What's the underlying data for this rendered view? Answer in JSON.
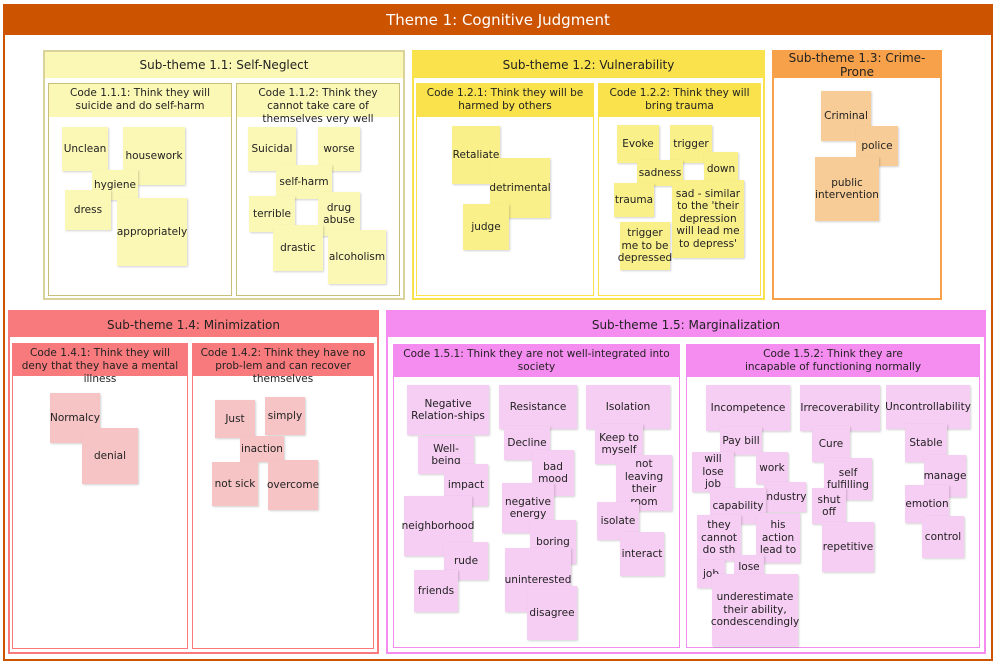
{
  "title": "Theme 1: Cognitive Judgment",
  "colors": {
    "theme_bar": "#cc5300",
    "yellow_light": "#fbf8b6",
    "yellow_accent": "#f9e24b",
    "orange": "#f7a14a",
    "red": "#f97a7c",
    "pink": "#f58cf0"
  },
  "subthemes": {
    "s11": {
      "label": "Sub-theme 1.1: Self-Neglect",
      "codes": {
        "c111": {
          "label": "Code 1.1.1: Think they will suicide and do self-harm",
          "notes": [
            "Unclean",
            "housework",
            "hygiene",
            "dress",
            "appropriately"
          ]
        },
        "c112": {
          "label": "Code 1.1.2: Think they cannot take care of themselves very well",
          "notes": [
            "Suicidal",
            "worse",
            "self-harm",
            "terrible",
            "drug abuse",
            "drastic",
            "alcoholism"
          ]
        }
      }
    },
    "s12": {
      "label": "Sub-theme 1.2: Vulnerability",
      "codes": {
        "c121": {
          "label": "Code 1.2.1: Think they will be harmed by others",
          "notes": [
            "Retaliate",
            "detrimental",
            "judge"
          ]
        },
        "c122": {
          "label": "Code 1.2.2: Think they will bring trauma",
          "notes": [
            "Evoke",
            "trigger",
            "sadness",
            "down",
            "trauma",
            "sad - similar to the 'their depression will lead me to depress'",
            "trigger me to be depressed"
          ]
        }
      }
    },
    "s13": {
      "label": "Sub-theme 1.3: Crime-Prone",
      "notes": [
        "Criminal",
        "police",
        "public intervention"
      ]
    },
    "s14": {
      "label": "Sub-theme 1.4: Minimization",
      "codes": {
        "c141": {
          "label": "Code 1.4.1: Think they will deny that they have a mental illness",
          "notes": [
            "Normalcy",
            "denial"
          ]
        },
        "c142": {
          "label": "Code 1.4.2: Think they have no prob-lem and can recover themselves",
          "notes": [
            "Just",
            "simply",
            "inaction",
            "not sick",
            "overcome"
          ]
        }
      }
    },
    "s15": {
      "label": "Sub-theme 1.5: Marginalization",
      "codes": {
        "c151": {
          "label": "Code 1.5.1: Think they are not well-integrated into society",
          "groups": {
            "g1": {
              "label": "Negative Relation-ships",
              "notes": [
                "Well-being",
                "impact",
                "neighborhood",
                "rude",
                "friends"
              ]
            },
            "g2": {
              "label": "Resistance",
              "notes": [
                "Decline",
                "bad mood",
                "negative energy",
                "boring",
                "uninterested",
                "disagree"
              ]
            },
            "g3": {
              "label": "Isolation",
              "notes": [
                "Keep to myself",
                "not leaving their room",
                "isolate",
                "interact"
              ]
            }
          }
        },
        "c152": {
          "label": "Code 1.5.2: Think they are incapable of functioning normally",
          "groups": {
            "g1": {
              "label": "Incompetence",
              "notes": [
                "Pay bill",
                "will lose job",
                "work",
                "industry",
                "capability",
                "they cannot do sth",
                "his action lead to",
                "job",
                "lose",
                "underestimate their ability, condescendingly"
              ]
            },
            "g2": {
              "label": "Irrecoverability",
              "notes": [
                "Cure",
                "self fulfilling",
                "shut off",
                "repetitive"
              ]
            },
            "g3": {
              "label": "Uncontrollability",
              "notes": [
                "Stable",
                "manage",
                "emotion",
                "control"
              ]
            }
          }
        }
      }
    }
  }
}
